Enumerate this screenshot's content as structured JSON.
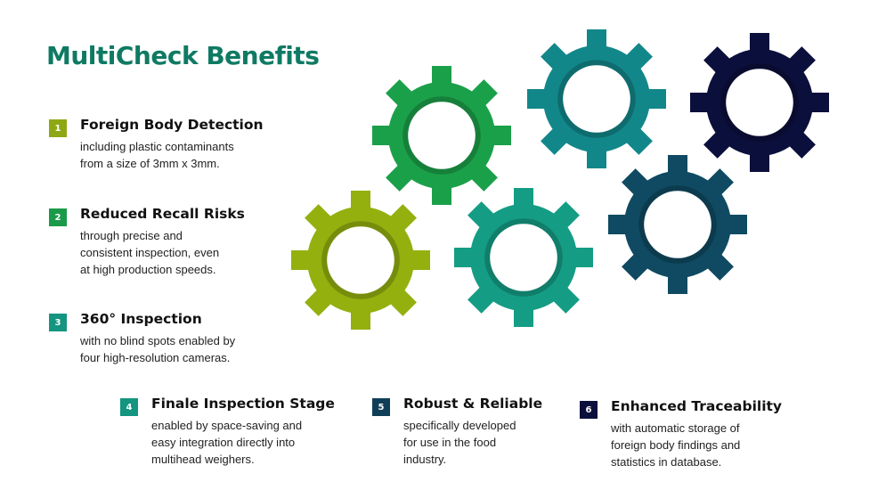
{
  "title": "MultiCheck Benefits",
  "colors": {
    "title": "#0f7a63",
    "badge_1": "#8ea814",
    "badge_2": "#1a9a48",
    "badge_3": "#13957f",
    "badge_4": "#13957f",
    "badge_5": "#0f3f57",
    "badge_6": "#0b0f3b",
    "gear_green": "#1ba04a",
    "gear_teal": "#12878a",
    "gear_navy": "#0b0f3b",
    "gear_olive": "#93b00f",
    "gear_seagreen": "#149d84",
    "gear_slate": "#0f4a62"
  },
  "benefits": [
    {
      "number": "1",
      "heading": "Foreign Body Detection",
      "description": "including plastic contaminants\nfrom a size of 3mm x 3mm."
    },
    {
      "number": "2",
      "heading": "Reduced Recall Risks",
      "description": "through precise and\nconsistent inspection, even\nat high production speeds."
    },
    {
      "number": "3",
      "heading": "360° Inspection",
      "description": "with no blind spots enabled by\nfour high-resolution cameras."
    },
    {
      "number": "4",
      "heading": "Finale Inspection Stage",
      "description": "enabled by space-saving and\neasy integration directly into\nmultihead weighers."
    },
    {
      "number": "5",
      "heading": "Robust & Reliable",
      "description": "specifically developed\nfor use in the food\nindustry."
    },
    {
      "number": "6",
      "heading": "Enhanced Traceability",
      "description": "with automatic storage of\nforeign body findings and\nstatistics in database."
    }
  ],
  "gears": [
    {
      "name": "gear-green",
      "color_key": "gear_green"
    },
    {
      "name": "gear-teal",
      "color_key": "gear_teal"
    },
    {
      "name": "gear-navy",
      "color_key": "gear_navy"
    },
    {
      "name": "gear-olive",
      "color_key": "gear_olive"
    },
    {
      "name": "gear-seagreen",
      "color_key": "gear_seagreen"
    },
    {
      "name": "gear-slate",
      "color_key": "gear_slate"
    }
  ]
}
